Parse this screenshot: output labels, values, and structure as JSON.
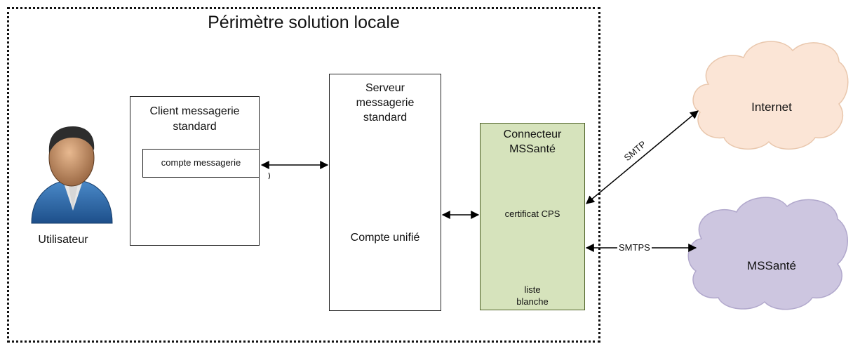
{
  "perimeter": {
    "title": "Périmètre solution locale"
  },
  "user": {
    "label": "Utilisateur",
    "icon": "user-icon"
  },
  "client": {
    "title_line1": "Client messagerie",
    "title_line2": "standard",
    "account_label": "compte messagerie"
  },
  "server": {
    "title_line1": "Serveur",
    "title_line2": "messagerie",
    "title_line3": "standard",
    "icon": "mailbox-icon",
    "subtitle": "Compte unifié"
  },
  "connector": {
    "title_line1": "Connecteur",
    "title_line2": "MSSanté",
    "certificate_label": "certificat CPS",
    "certificate_icon": "certificate-icon",
    "whitelist_label_line1": "liste",
    "whitelist_label_line2": "blanche",
    "whitelist_icon": "server-icon"
  },
  "clouds": {
    "internet": {
      "label": "Internet",
      "color": "#fbe5d6"
    },
    "mssante": {
      "label": "MSSanté",
      "color": "#cdc6e0"
    }
  },
  "edges": {
    "smtp": "SMTP",
    "smtps": "SMTPS"
  },
  "colors": {
    "connector_fill": "#d6e3bc",
    "connector_border": "#4f6228"
  }
}
